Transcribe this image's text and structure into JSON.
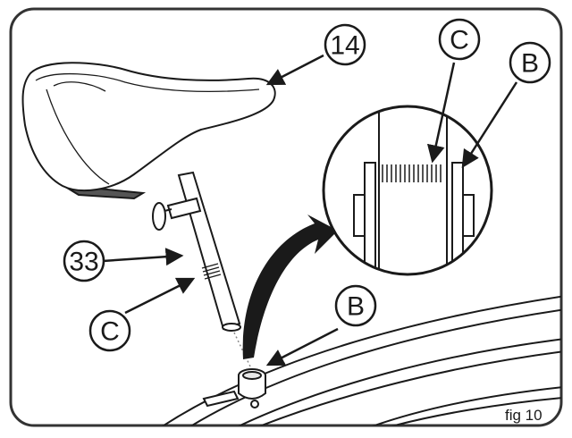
{
  "figure": {
    "caption": "fig 10",
    "callouts": {
      "saddle": "14",
      "seat_post": "33",
      "post_marking": "C",
      "clamp": "B",
      "detail_marking": "C",
      "detail_clamp": "B"
    }
  },
  "colors": {
    "ink": "#1a1a1a",
    "frame_border": "#333333",
    "background": "#ffffff"
  },
  "icons": [
    "saddle-icon",
    "seat-post-icon",
    "seat-clamp-icon",
    "bicycle-frame-icon",
    "magnified-detail-icon",
    "curved-arrow-icon"
  ]
}
